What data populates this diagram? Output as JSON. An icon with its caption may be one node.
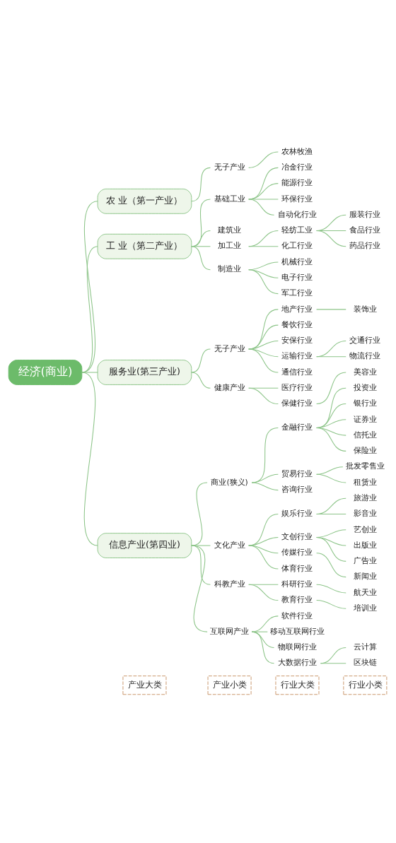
{
  "diagram": {
    "nodes": [
      {
        "text": [
          "经济(商业)"
        ]
      },
      {
        "text": [
          "农 业（第一产业）"
        ]
      },
      {
        "text": [
          "无子产业"
        ]
      },
      {
        "text": [
          "农林牧渔"
        ]
      },
      {
        "text": [
          "工 业（第二产业）"
        ]
      },
      {
        "text": [
          "基础工业"
        ]
      },
      {
        "text": [
          "冶金行业"
        ]
      },
      {
        "text": [
          "能源行业"
        ]
      },
      {
        "text": [
          "环保行业"
        ]
      },
      {
        "text": [
          "自动化行业"
        ]
      },
      {
        "text": [
          "建筑业"
        ]
      },
      {
        "text": [
          "加工业"
        ]
      },
      {
        "text": [
          "轻纺工业"
        ]
      },
      {
        "text": [
          "服装行业"
        ]
      },
      {
        "text": [
          "食品行业"
        ]
      },
      {
        "text": [
          "药品行业"
        ]
      },
      {
        "text": [
          "化工行业"
        ]
      },
      {
        "text": [
          "制造业"
        ]
      },
      {
        "text": [
          "机械行业"
        ]
      },
      {
        "text": [
          "电子行业"
        ]
      },
      {
        "text": [
          "军工行业"
        ]
      },
      {
        "text": [
          "服务业(第三产业)"
        ]
      },
      {
        "text": [
          "无子产业"
        ]
      },
      {
        "text": [
          "地产行业"
        ]
      },
      {
        "text": [
          "装饰业"
        ]
      },
      {
        "text": [
          "餐饮行业"
        ]
      },
      {
        "text": [
          "安保行业"
        ]
      },
      {
        "text": [
          "运输行业"
        ]
      },
      {
        "text": [
          "交通行业"
        ]
      },
      {
        "text": [
          "物流行业"
        ]
      },
      {
        "text": [
          "通信行业"
        ]
      },
      {
        "text": [
          "健康产业"
        ]
      },
      {
        "text": [
          "医疗行业"
        ]
      },
      {
        "text": [
          "保健行业"
        ]
      },
      {
        "text": [
          "美容业"
        ]
      },
      {
        "text": [
          "信息产业(第四业)"
        ]
      },
      {
        "text": [
          "商业(狭义)"
        ]
      },
      {
        "text": [
          "金融行业"
        ]
      },
      {
        "text": [
          "投资业"
        ]
      },
      {
        "text": [
          "银行业"
        ]
      },
      {
        "text": [
          "证券业"
        ]
      },
      {
        "text": [
          "信托业"
        ]
      },
      {
        "text": [
          "保险业"
        ]
      },
      {
        "text": [
          "贸易行业"
        ]
      },
      {
        "text": [
          "批发零售业"
        ]
      },
      {
        "text": [
          "租赁业"
        ]
      },
      {
        "text": [
          "咨询行业"
        ]
      },
      {
        "text": [
          "文化产业"
        ]
      },
      {
        "text": [
          "娱乐行业"
        ]
      },
      {
        "text": [
          "旅游业"
        ]
      },
      {
        "text": [
          "影音业"
        ]
      },
      {
        "text": [
          "文创行业"
        ]
      },
      {
        "text": [
          "艺创业"
        ]
      },
      {
        "text": [
          "出版业"
        ]
      },
      {
        "text": [
          "广告业"
        ]
      },
      {
        "text": [
          "传媒行业"
        ]
      },
      {
        "text": [
          "新闻业"
        ]
      },
      {
        "text": [
          "体育行业"
        ]
      },
      {
        "text": [
          "科教产业"
        ]
      },
      {
        "text": [
          "科研行业"
        ]
      },
      {
        "text": [
          "航天业"
        ]
      },
      {
        "text": [
          "教育行业"
        ]
      },
      {
        "text": [
          "培训业"
        ]
      },
      {
        "text": [
          "互联网产业"
        ]
      },
      {
        "text": [
          "软件行业"
        ]
      },
      {
        "text": [
          "移动互联网行业"
        ]
      },
      {
        "text": [
          "物联网行业"
        ]
      },
      {
        "text": [
          "大数据行业"
        ]
      },
      {
        "text": [
          "云计算"
        ]
      },
      {
        "text": [
          "区块链"
        ]
      }
    ],
    "edges": [
      {
        "from": 0,
        "to": 1,
        "arrow": "none"
      },
      {
        "from": 1,
        "to": 2,
        "arrow": "none"
      },
      {
        "from": 2,
        "to": 3,
        "arrow": "none"
      },
      {
        "from": 0,
        "to": 4,
        "arrow": "none"
      },
      {
        "from": 4,
        "to": 5,
        "arrow": "none"
      },
      {
        "from": 5,
        "to": 6,
        "arrow": "none"
      },
      {
        "from": 5,
        "to": 7,
        "arrow": "none"
      },
      {
        "from": 5,
        "to": 8,
        "arrow": "none"
      },
      {
        "from": 5,
        "to": 9,
        "arrow": "none"
      },
      {
        "from": 4,
        "to": 10,
        "arrow": "none"
      },
      {
        "from": 4,
        "to": 11,
        "arrow": "none"
      },
      {
        "from": 11,
        "to": 12,
        "arrow": "none"
      },
      {
        "from": 12,
        "to": 13,
        "arrow": "none"
      },
      {
        "from": 12,
        "to": 14,
        "arrow": "none"
      },
      {
        "from": 12,
        "to": 15,
        "arrow": "none"
      },
      {
        "from": 11,
        "to": 16,
        "arrow": "none"
      },
      {
        "from": 4,
        "to": 17,
        "arrow": "none"
      },
      {
        "from": 17,
        "to": 18,
        "arrow": "none"
      },
      {
        "from": 17,
        "to": 19,
        "arrow": "none"
      },
      {
        "from": 17,
        "to": 20,
        "arrow": "none"
      },
      {
        "from": 0,
        "to": 21,
        "arrow": "none"
      },
      {
        "from": 21,
        "to": 22,
        "arrow": "none"
      },
      {
        "from": 22,
        "to": 23,
        "arrow": "none"
      },
      {
        "from": 23,
        "to": 24,
        "arrow": "none"
      },
      {
        "from": 22,
        "to": 25,
        "arrow": "none"
      },
      {
        "from": 22,
        "to": 26,
        "arrow": "none"
      },
      {
        "from": 22,
        "to": 27,
        "arrow": "none"
      },
      {
        "from": 27,
        "to": 28,
        "arrow": "none"
      },
      {
        "from": 27,
        "to": 29,
        "arrow": "none"
      },
      {
        "from": 22,
        "to": 30,
        "arrow": "none"
      },
      {
        "from": 21,
        "to": 31,
        "arrow": "none"
      },
      {
        "from": 31,
        "to": 32,
        "arrow": "none"
      },
      {
        "from": 31,
        "to": 33,
        "arrow": "none"
      },
      {
        "from": 33,
        "to": 34,
        "arrow": "none"
      },
      {
        "from": 0,
        "to": 35,
        "arrow": "none"
      },
      {
        "from": 35,
        "to": 36,
        "arrow": "none"
      },
      {
        "from": 36,
        "to": 37,
        "arrow": "none"
      },
      {
        "from": 37,
        "to": 38,
        "arrow": "none"
      },
      {
        "from": 37,
        "to": 39,
        "arrow": "none"
      },
      {
        "from": 37,
        "to": 40,
        "arrow": "none"
      },
      {
        "from": 37,
        "to": 41,
        "arrow": "none"
      },
      {
        "from": 37,
        "to": 42,
        "arrow": "none"
      },
      {
        "from": 36,
        "to": 43,
        "arrow": "none"
      },
      {
        "from": 43,
        "to": 44,
        "arrow": "none"
      },
      {
        "from": 43,
        "to": 45,
        "arrow": "none"
      },
      {
        "from": 36,
        "to": 46,
        "arrow": "none"
      },
      {
        "from": 35,
        "to": 47,
        "arrow": "none"
      },
      {
        "from": 47,
        "to": 48,
        "arrow": "none"
      },
      {
        "from": 48,
        "to": 49,
        "arrow": "none"
      },
      {
        "from": 48,
        "to": 50,
        "arrow": "none"
      },
      {
        "from": 47,
        "to": 51,
        "arrow": "none"
      },
      {
        "from": 51,
        "to": 52,
        "arrow": "none"
      },
      {
        "from": 51,
        "to": 53,
        "arrow": "none"
      },
      {
        "from": 51,
        "to": 54,
        "arrow": "none"
      },
      {
        "from": 47,
        "to": 55,
        "arrow": "none"
      },
      {
        "from": 55,
        "to": 56,
        "arrow": "none"
      },
      {
        "from": 47,
        "to": 57,
        "arrow": "none"
      },
      {
        "from": 35,
        "to": 58,
        "arrow": "none"
      },
      {
        "from": 58,
        "to": 59,
        "arrow": "none"
      },
      {
        "from": 59,
        "to": 60,
        "arrow": "none"
      },
      {
        "from": 58,
        "to": 61,
        "arrow": "none"
      },
      {
        "from": 61,
        "to": 62,
        "arrow": "none"
      },
      {
        "from": 35,
        "to": 63,
        "arrow": "none"
      },
      {
        "from": 63,
        "to": 64,
        "arrow": "none"
      },
      {
        "from": 63,
        "to": 65,
        "arrow": "none"
      },
      {
        "from": 63,
        "to": 66,
        "arrow": "none"
      },
      {
        "from": 63,
        "to": 67,
        "arrow": "none"
      },
      {
        "from": 67,
        "to": 68,
        "arrow": "none"
      },
      {
        "from": 67,
        "to": 69,
        "arrow": "none"
      }
    ],
    "labels": [
      "产业大类",
      "产业小类",
      "行业大类",
      "行业小类"
    ]
  }
}
